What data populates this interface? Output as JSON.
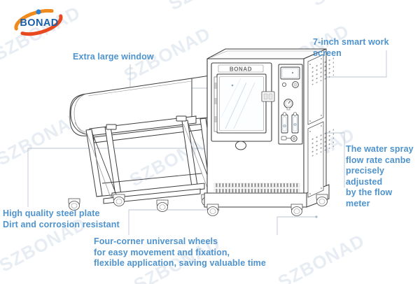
{
  "brand": {
    "logo_text": "BONAD",
    "watermark_text": "SZBONAD",
    "accent_color": "#4e93cd",
    "logo_swoosh_color": "#e8491f",
    "logo_swoosh_color_2": "#f08a1c",
    "logo_text_color": "#1a5fa8",
    "logo_dot_color": "#2b7fd4"
  },
  "callouts": [
    {
      "id": "extra-large-window",
      "text": "Extra large window"
    },
    {
      "id": "smart-work-screen",
      "text": "7-inch smart work screen"
    },
    {
      "id": "water-spray-flow-rate",
      "text": "The water spray\nflow rate canbe\nprecisely adjusted\nby the flow meter"
    },
    {
      "id": "high-quality-steel-plate",
      "text": "High quality steel plate\nDirt and corrosion resistant"
    },
    {
      "id": "four-corner-universal-wheels",
      "text": "Four-corner universal wheels\nfor easy movement and fixation,\nflexible application, saving valuable time"
    }
  ],
  "machine": {
    "door_label": "BONAD",
    "parts": [
      "cylindrical-tank",
      "tank-support-frame",
      "caster-wheel",
      "chamber-door",
      "view-window",
      "control-panel",
      "lcd-touch-screen",
      "control-knob",
      "pressure-gauge",
      "flow-meter",
      "valve-handle",
      "ventilation-grille",
      "vent-slats"
    ]
  }
}
